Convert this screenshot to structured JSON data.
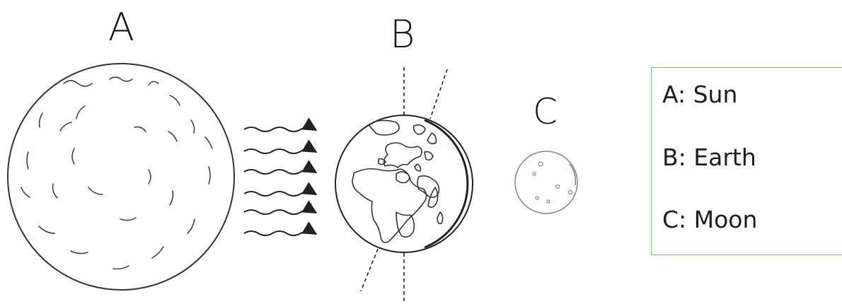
{
  "diagram": {
    "labels": {
      "sun": "A",
      "earth": "B",
      "moon": "C"
    },
    "legend": {
      "entries": [
        {
          "key": "A",
          "text": "A: Sun"
        },
        {
          "key": "B",
          "text": "B: Earth"
        },
        {
          "key": "C",
          "text": "C: Moon"
        }
      ],
      "border_color": "#7dbb6e"
    },
    "light_rays": {
      "count": 6
    }
  }
}
